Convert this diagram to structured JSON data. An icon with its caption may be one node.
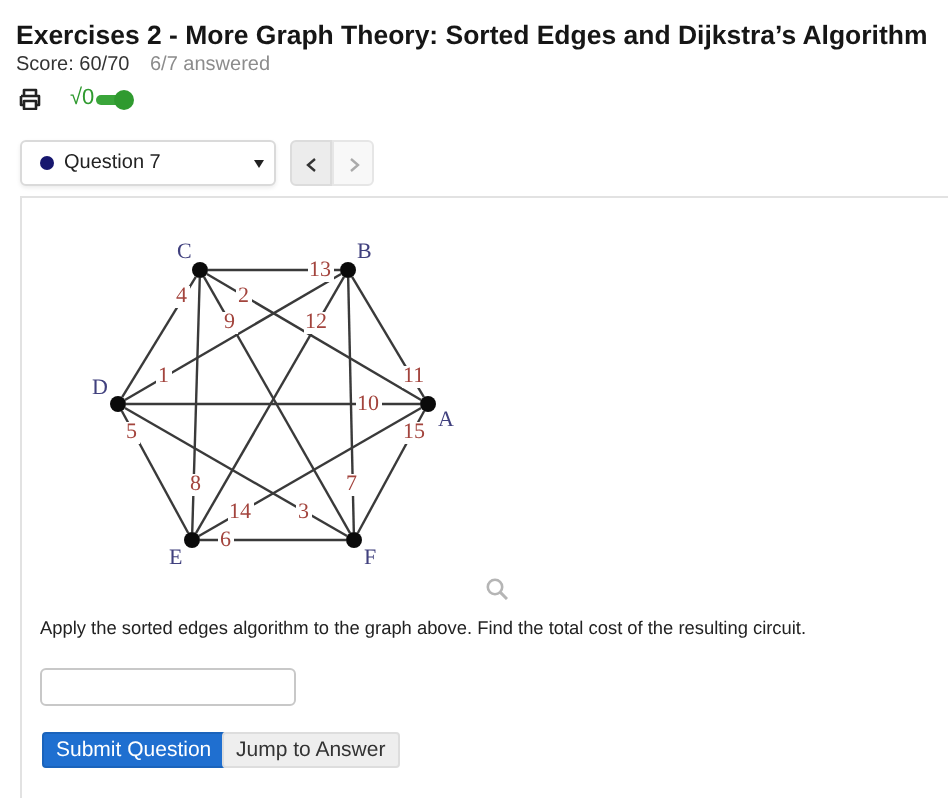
{
  "diagram": {
    "title": "Exercises 2 - More Graph Theory: Sorted Edges and Dijkstra’s Algorithm",
    "nodes": [
      {
        "text": [],
        "shape": "circle",
        "beside": [
          "C"
        ]
      },
      {
        "text": [],
        "shape": "circle",
        "beside": [
          "B"
        ]
      },
      {
        "text": [],
        "shape": "circle",
        "beside": [
          "D"
        ]
      },
      {
        "text": [],
        "shape": "circle",
        "beside": [
          "A"
        ]
      },
      {
        "text": [],
        "shape": "circle",
        "beside": [
          "E"
        ]
      },
      {
        "text": [],
        "shape": "circle",
        "beside": [
          "F"
        ]
      }
    ],
    "edges": [
      {
        "from": 0,
        "to": 1,
        "arrow": "none",
        "label": "13"
      },
      {
        "from": 0,
        "to": 2,
        "arrow": "none",
        "label": "4"
      },
      {
        "from": 0,
        "to": 3,
        "arrow": "none",
        "label": "2"
      },
      {
        "from": 0,
        "to": 5,
        "arrow": "none",
        "label": "9"
      },
      {
        "from": 0,
        "to": 4,
        "arrow": "none",
        "label": "8"
      },
      {
        "from": 1,
        "to": 2,
        "arrow": "none",
        "label": "1"
      },
      {
        "from": 1,
        "to": 4,
        "arrow": "none",
        "label": "12"
      },
      {
        "from": 1,
        "to": 5,
        "arrow": "none",
        "label": "7"
      },
      {
        "from": 1,
        "to": 3,
        "arrow": "none",
        "label": "11"
      },
      {
        "from": 2,
        "to": 3,
        "arrow": "none",
        "label": "10"
      },
      {
        "from": 2,
        "to": 4,
        "arrow": "none",
        "label": "5"
      },
      {
        "from": 2,
        "to": 5,
        "arrow": "none",
        "label": "3"
      },
      {
        "from": 3,
        "to": 4,
        "arrow": "none",
        "label": "14"
      },
      {
        "from": 3,
        "to": 5,
        "arrow": "none",
        "label": "15"
      },
      {
        "from": 4,
        "to": 5,
        "arrow": "none",
        "label": "6"
      }
    ],
    "labels": [
      "Score: 60/70",
      "6/7 answered",
      "√0",
      "Question 7",
      "Apply the sorted edges algorithm to the graph above. Find the total cost of the resulting circuit.",
      "Submit Question",
      "Jump to Answer"
    ]
  }
}
